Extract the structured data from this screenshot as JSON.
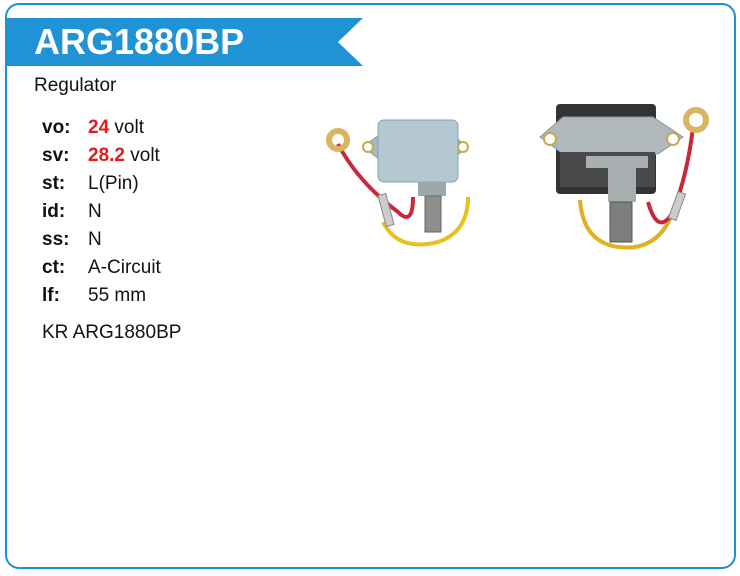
{
  "title": "ARG1880BP",
  "subtitle": "Regulator",
  "specs": [
    {
      "label": "vo:",
      "highlight": "24",
      "value": "volt"
    },
    {
      "label": "sv:",
      "highlight": "28.2",
      "value": "volt"
    },
    {
      "label": "st:",
      "value": "L(Pin)"
    },
    {
      "label": "id:",
      "value": "N"
    },
    {
      "label": "ss:",
      "value": "N"
    },
    {
      "label": "ct:",
      "value": "A-Circuit"
    },
    {
      "label": "lf:",
      "value": "55 mm"
    }
  ],
  "cross_reference": "KR ARG1880BP",
  "colors": {
    "accent": "#1f93d6",
    "highlight": "#e31b1b"
  }
}
